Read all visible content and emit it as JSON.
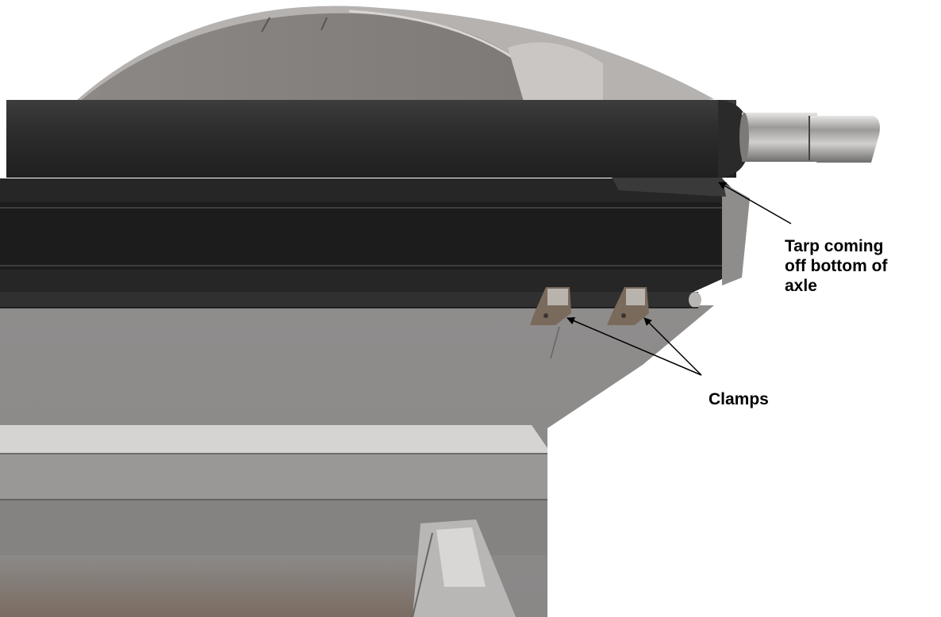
{
  "annotations": {
    "tarp": {
      "lines": [
        "Tarp coming",
        "off bottom of",
        "axle"
      ]
    },
    "clamps": {
      "text": "Clamps"
    }
  },
  "colors": {
    "background": "#ffffff",
    "roller": "#2e2e2e",
    "body_dark": "#242424",
    "body_grey": "#8e8c8b",
    "disc": "#8a8684",
    "shaft": "#bdbbb9",
    "clamp": "#7a6a5c",
    "label_text": "#000000"
  },
  "icons": {
    "leader_arrow": "arrow-icon"
  }
}
